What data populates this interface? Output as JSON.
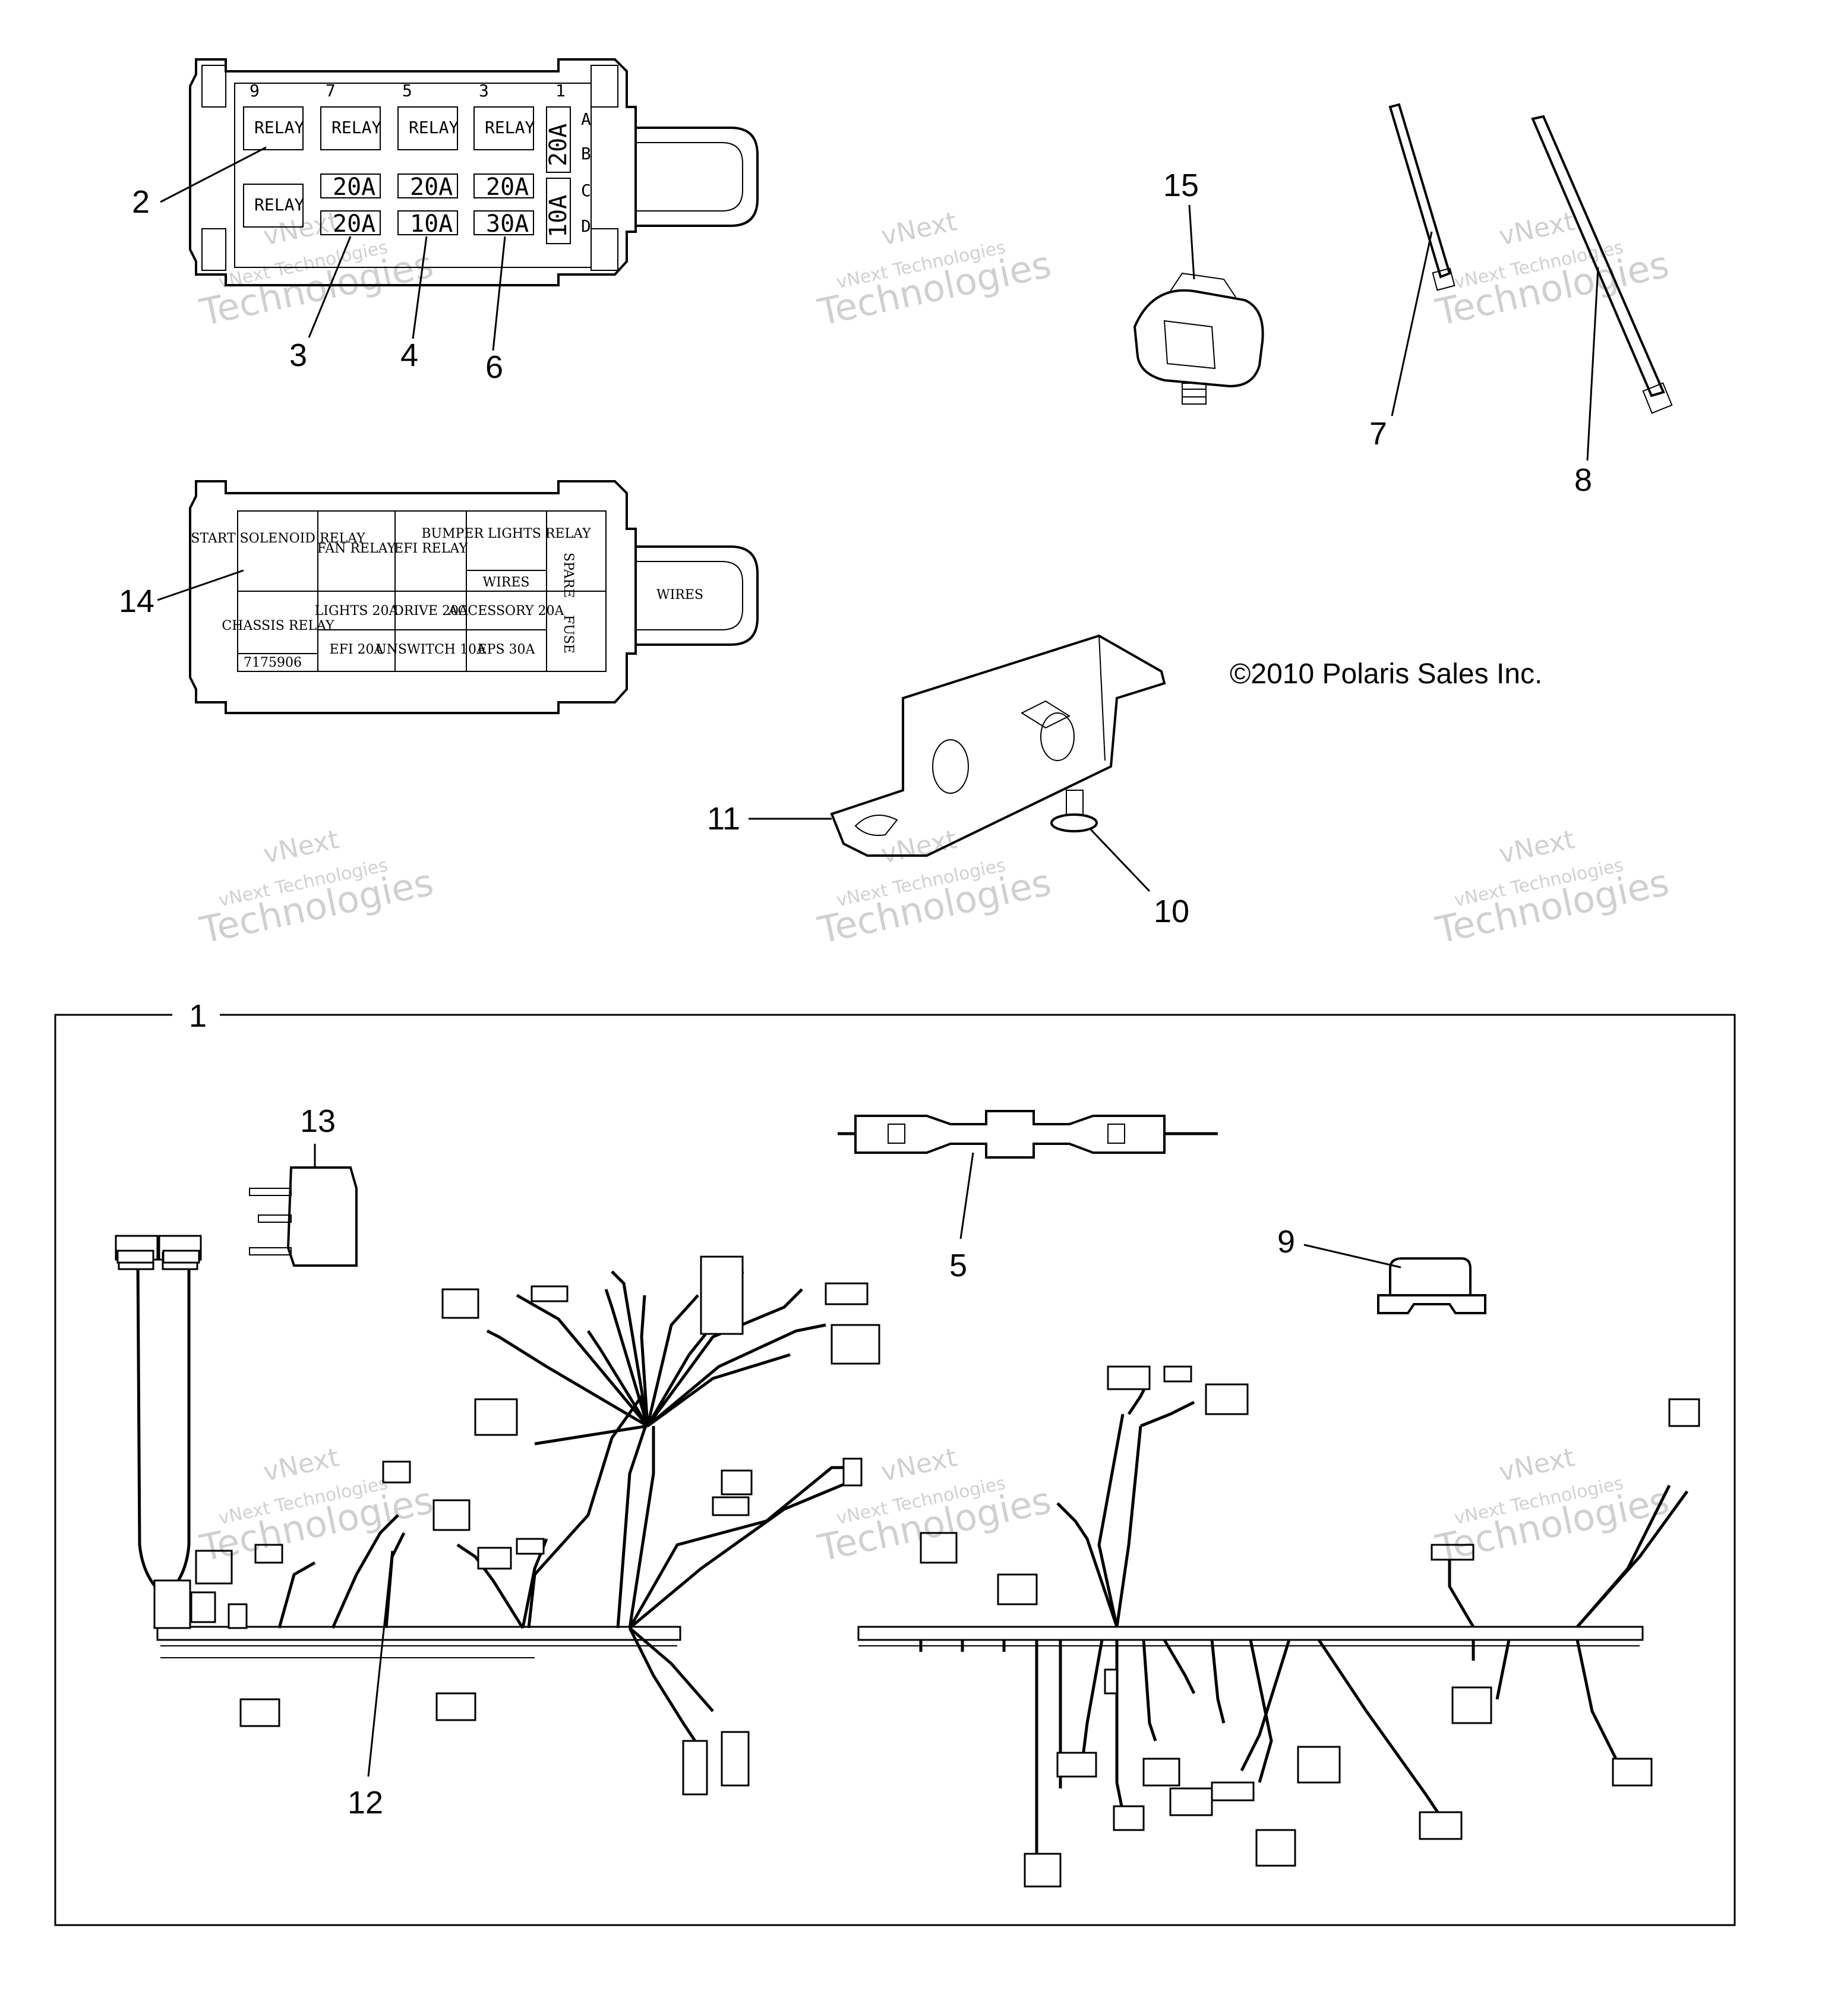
{
  "copyright": "©2010 Polaris Sales Inc.",
  "watermark": {
    "line1": "vNext",
    "line2": "vNext Technologies",
    "line3": "Technologies"
  },
  "callouts": {
    "c1": "1",
    "c2": "2",
    "c3": "3",
    "c4": "4",
    "c5": "5",
    "c6": "6",
    "c7": "7",
    "c8": "8",
    "c9": "9",
    "c10": "10",
    "c11": "11",
    "c12": "12",
    "c13": "13",
    "c14": "14",
    "c15": "15"
  },
  "fuse_box_top": {
    "col_numbers": [
      "9",
      "7",
      "5",
      "3",
      "1"
    ],
    "row_letters": [
      "A",
      "B",
      "C",
      "D"
    ],
    "relay_label": "RELAY",
    "fuses_row_c": [
      "20A",
      "20A",
      "20A"
    ],
    "fuses_row_d": [
      "20A",
      "10A",
      "30A"
    ],
    "side_fuse_ab": "20A",
    "side_fuse_cd": "10A"
  },
  "fuse_box_cover": {
    "cells": {
      "start_solenoid": "START SOLENOID RELAY",
      "fan_relay": "FAN RELAY",
      "efi_relay": "EFI RELAY",
      "bumper_lights": "BUMPER LIGHTS RELAY",
      "chassis_relay": "CHASSIS RELAY",
      "lights": "LIGHTS 20A",
      "drive": "DRIVE 20A",
      "accessory": "ACCESSORY 20A",
      "efi_fuse": "EFI 20A",
      "unswitch": "UNSWITCH 10A",
      "eps": "EPS 30A",
      "spare": "SPARE",
      "fuse": "FUSE",
      "part_no": "7175906"
    },
    "arrow_label": "WIRES",
    "tab_arrow_label": "WIRES"
  }
}
